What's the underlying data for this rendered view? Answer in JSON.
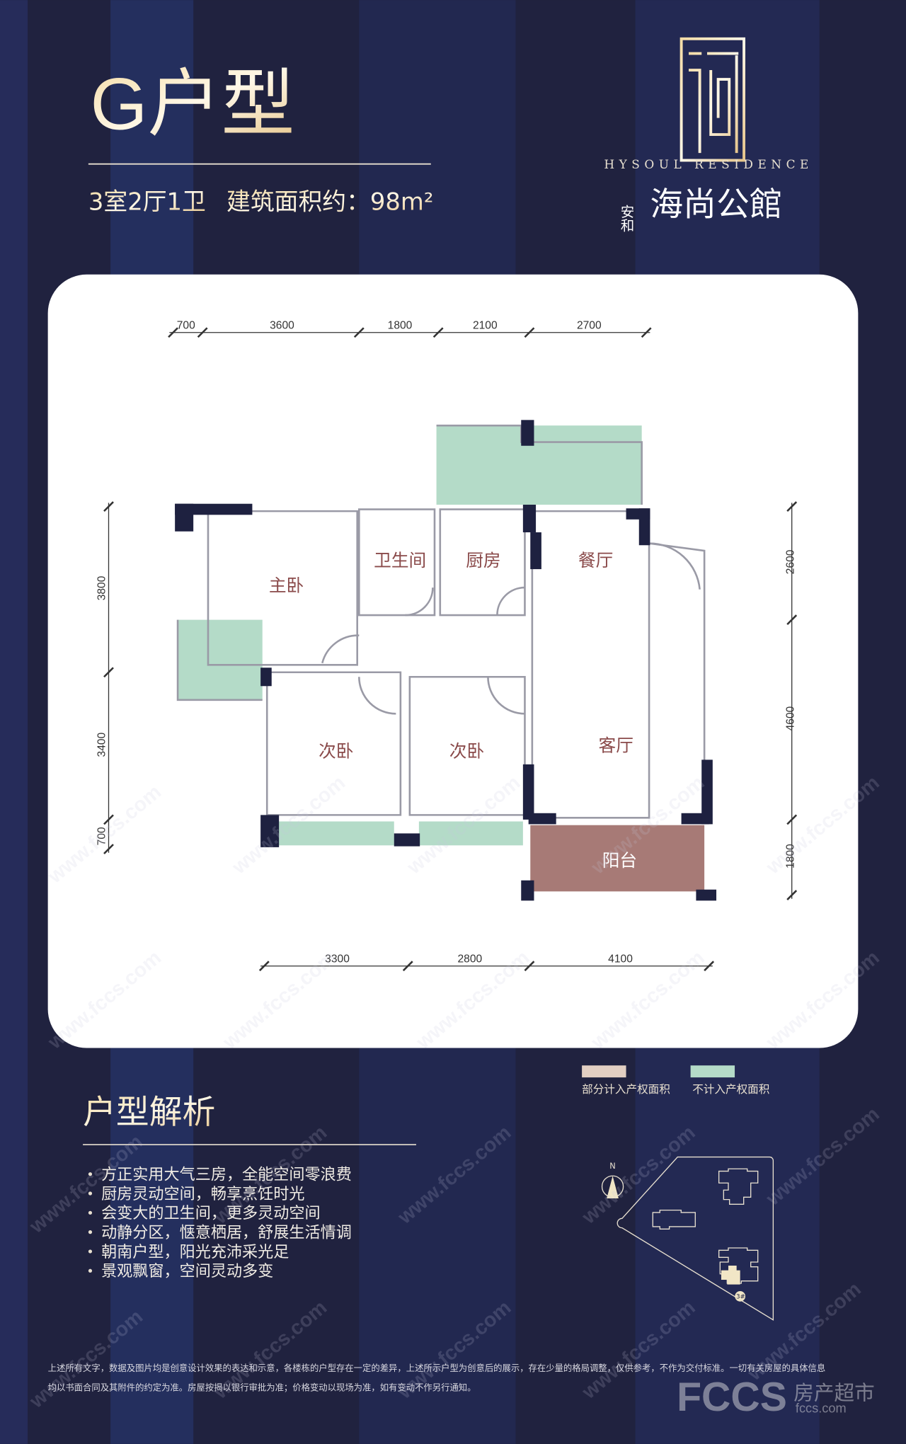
{
  "header": {
    "title": "G户型",
    "layout": "3室2厅1卫",
    "area_label": "建筑面积约：98m²"
  },
  "brand": {
    "english": "HYSOUL RESIDENCE",
    "prefix": "安和",
    "name": "海尚公館"
  },
  "floorplan": {
    "top_dims": [
      "700",
      "3600",
      "1800",
      "2100",
      "2700"
    ],
    "left_dims": [
      "3800",
      "3400",
      "700"
    ],
    "right_dims": [
      "2600",
      "4600",
      "1800"
    ],
    "bottom_dims": [
      "3300",
      "2800",
      "4100"
    ],
    "rooms": {
      "master": "主卧",
      "bath": "卫生间",
      "kitchen": "厨房",
      "dining": "餐厅",
      "bed2": "次卧",
      "bed3": "次卧",
      "living": "客厅",
      "balcony": "阳台"
    },
    "colors": {
      "wall": "#1e2140",
      "green": "#b4dbc8",
      "balcony": "#a77a76"
    }
  },
  "legend": [
    {
      "label": "部分计入产权面积",
      "color": "#e2cfc2"
    },
    {
      "label": "不计入产权面积",
      "color": "#b4dbc8"
    }
  ],
  "analysis": {
    "title": "户型解析",
    "items": [
      "方正实用大气三房，全能空间零浪费",
      "厨房灵动空间，畅享烹饪时光",
      "会变大的卫生间，更多灵动空间",
      "动静分区，惬意栖居，舒展生活情调",
      "朝南户型，阳光充沛采光足",
      "景观飘窗，空间灵动多变"
    ]
  },
  "siteplan": {
    "north": "N",
    "building": "3#"
  },
  "disclaimer": [
    "上述所有文字，数据及图片均是创意设计效果的表达和示意，各楼栋的户型存在一定的差异，上述所示户型为创意后的展示，存在少量的格局调整，仅供参考，不作为交付标准。一切有关房屋的具体信息",
    "均以书面合同及其附件的约定为准。房屋按揭以银行审批为准；价格变动以现场为准，如有变动不作另行通知。"
  ],
  "watermark": {
    "logo": "FCCS",
    "cn": "房产超市",
    "url": "fccs.com",
    "repeat": "www.fccs.com"
  }
}
